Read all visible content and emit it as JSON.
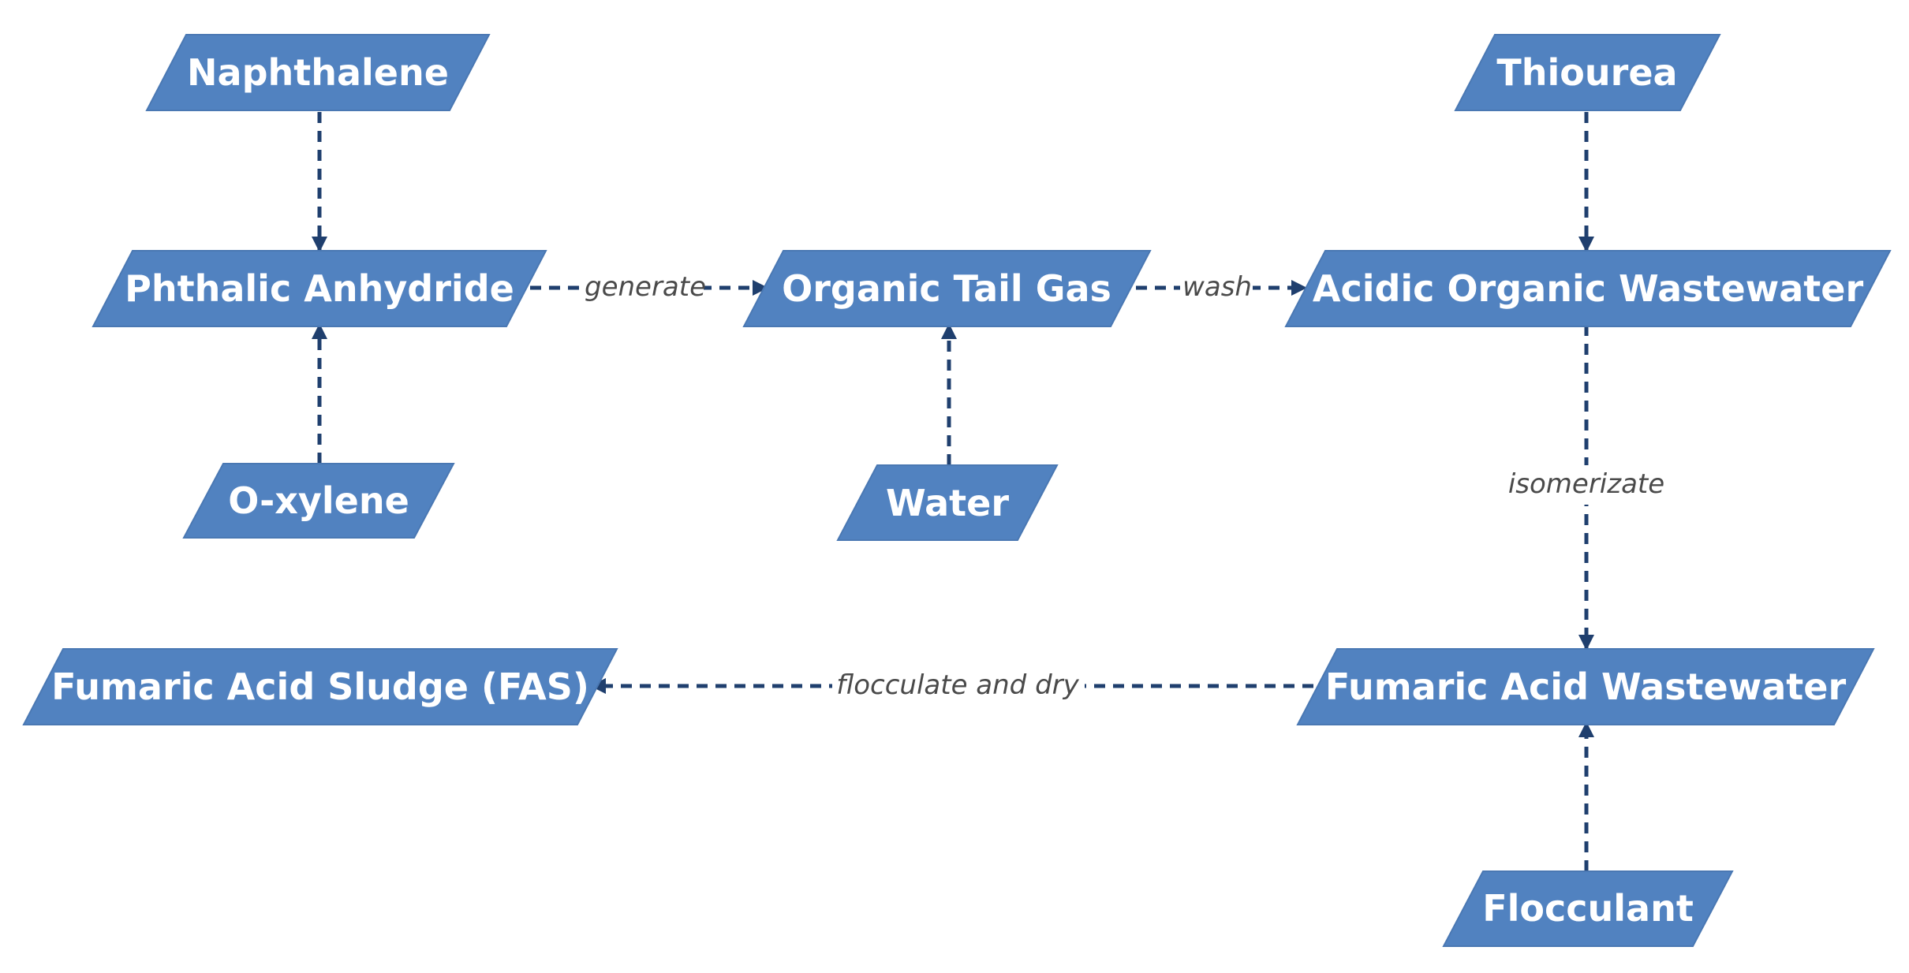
{
  "colors": {
    "node_fill": "#5182c0",
    "node_text": "#ffffff",
    "edge": "#1f3f6e",
    "edge_label": "#4a4a4a",
    "background": "#ffffff"
  },
  "nodes": {
    "naphthalene": "Naphthalene",
    "phthalic_anhydride": "Phthalic Anhydride",
    "o_xylene": "O-xylene",
    "organic_tail_gas": "Organic Tail Gas",
    "water": "Water",
    "thiourea": "Thiourea",
    "acidic_organic_wastewater": "Acidic Organic Wastewater",
    "fumaric_acid_wastewater": "Fumaric Acid Wastewater",
    "fumaric_acid_sludge": "Fumaric Acid Sludge (FAS)",
    "flocculant": "Flocculant"
  },
  "edges": {
    "naphthalene_to_phthalic": {
      "from": "Naphthalene",
      "to": "Phthalic Anhydride",
      "label": ""
    },
    "oxylene_to_phthalic": {
      "from": "O-xylene",
      "to": "Phthalic Anhydride",
      "label": ""
    },
    "phthalic_to_tailgas": {
      "from": "Phthalic Anhydride",
      "to": "Organic Tail Gas",
      "label": "generate"
    },
    "water_to_tailgas": {
      "from": "Water",
      "to": "Organic Tail Gas",
      "label": ""
    },
    "tailgas_to_acidic": {
      "from": "Organic Tail Gas",
      "to": "Acidic Organic Wastewater",
      "label": "wash"
    },
    "thiourea_to_acidic": {
      "from": "Thiourea",
      "to": "Acidic Organic Wastewater",
      "label": ""
    },
    "acidic_to_fumaric": {
      "from": "Acidic Organic Wastewater",
      "to": "Fumaric Acid Wastewater",
      "label": "isomerizate"
    },
    "fumaric_to_sludge": {
      "from": "Fumaric Acid Wastewater",
      "to": "Fumaric Acid Sludge (FAS)",
      "label": "flocculate and dry"
    },
    "flocculant_to_fumaric": {
      "from": "Flocculant",
      "to": "Fumaric Acid Wastewater",
      "label": ""
    }
  }
}
